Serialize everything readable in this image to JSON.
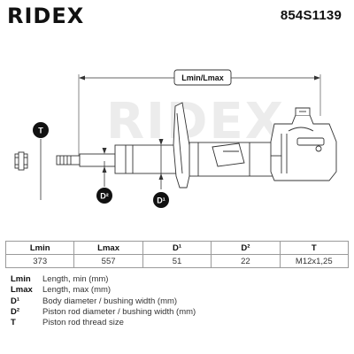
{
  "brand": "RIDEX",
  "part_number": "854S1139",
  "drawing": {
    "dimension_label": "Lmin/Lmax",
    "markers": {
      "thread": "T",
      "rod_diameter": "D²",
      "body_diameter": "D¹"
    }
  },
  "specs_table": {
    "headers": [
      "Lmin",
      "Lmax",
      "D¹",
      "D²",
      "T"
    ],
    "values": [
      "373",
      "557",
      "51",
      "22",
      "M12x1,25"
    ]
  },
  "legend": [
    {
      "key": "Lmin",
      "desc": "Length, min (mm)"
    },
    {
      "key": "Lmax",
      "desc": "Length, max (mm)"
    },
    {
      "key": "D¹",
      "desc": "Body diameter / bushing width (mm)"
    },
    {
      "key": "D²",
      "desc": "Piston rod diameter / bushing width (mm)"
    },
    {
      "key": "T",
      "desc": "Piston rod thread size"
    }
  ],
  "colors": {
    "line": "#333333",
    "marker": "#111111",
    "accent_orange": "#f07c00"
  }
}
